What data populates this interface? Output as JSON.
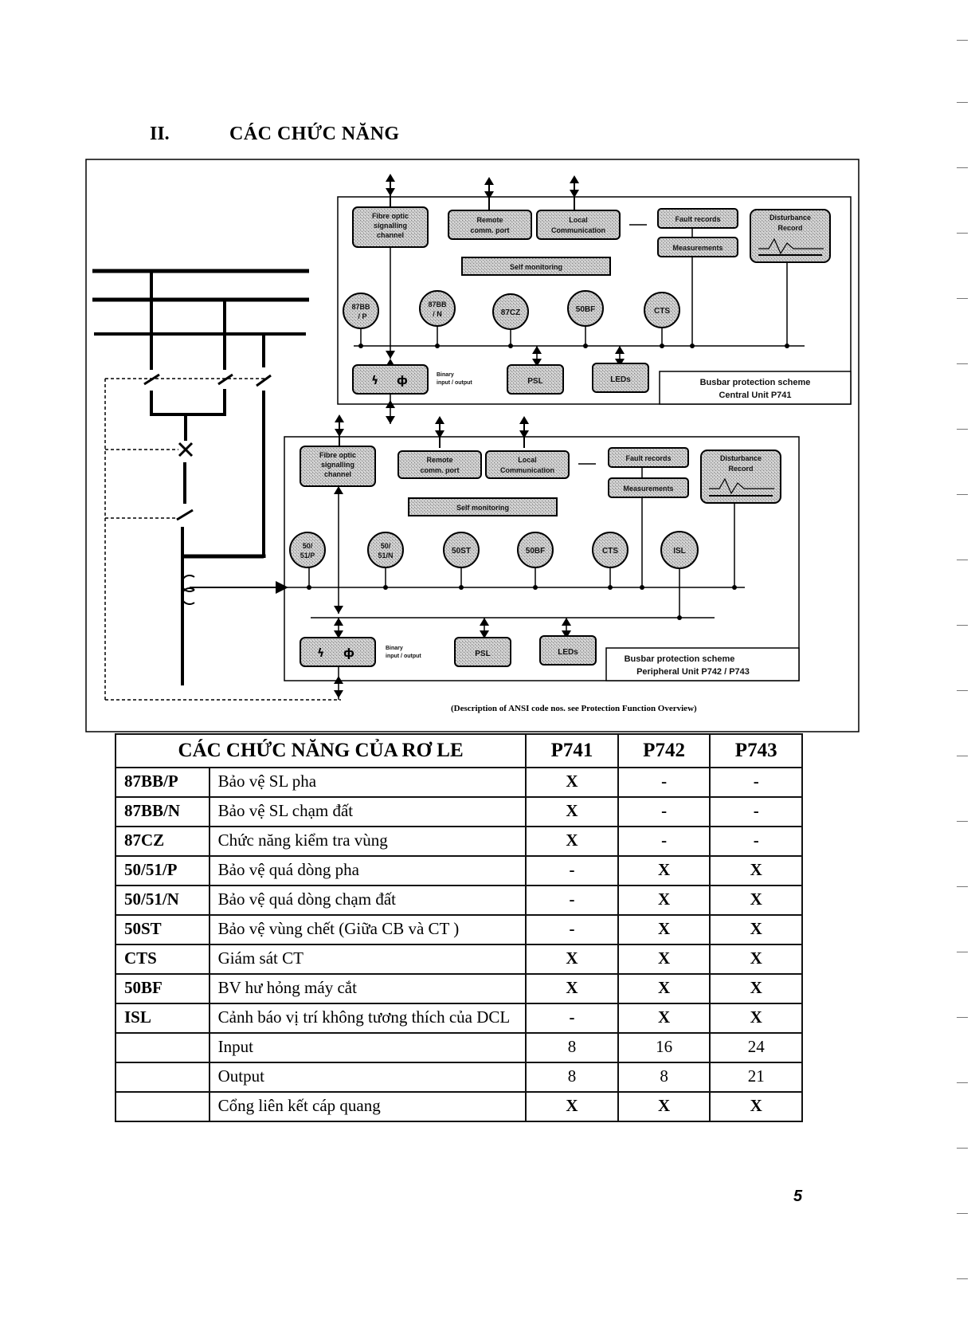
{
  "section": {
    "number": "II.",
    "title": "CÁC CHỨC NĂNG"
  },
  "diagram": {
    "central_unit": {
      "caption_line1": "Busbar protection scheme",
      "caption_line2": "Central Unit P741",
      "boxes": {
        "fibre": [
          "Fibre optic",
          "signalling",
          "channel"
        ],
        "remote": [
          "Remote",
          "comm. port"
        ],
        "local": [
          "Local",
          "Communication"
        ],
        "fault": "Fault records",
        "measurements": "Measurements",
        "disturbance": [
          "Disturbance",
          "Record"
        ],
        "self_monitoring": "Self monitoring",
        "psl": "PSL",
        "leds": "LEDs",
        "binary_label": [
          "Binary",
          "input / output"
        ]
      },
      "functions": [
        [
          "87BB",
          "/ P"
        ],
        [
          "87BB",
          "/ N"
        ],
        [
          "87CZ"
        ],
        [
          "50BF"
        ],
        [
          "CTS"
        ]
      ]
    },
    "peripheral_unit": {
      "caption_line1": "Busbar protection scheme",
      "caption_line2": "Peripheral Unit P742 / P743",
      "boxes": {
        "fibre": [
          "Fibre optic",
          "signalling",
          "channel"
        ],
        "remote": [
          "Remote",
          "comm. port"
        ],
        "local": [
          "Local",
          "Communication"
        ],
        "fault": "Fault records",
        "measurements": "Measurements",
        "disturbance": [
          "Disturbance",
          "Record"
        ],
        "self_monitoring": "Self monitoring",
        "psl": "PSL",
        "leds": "LEDs",
        "binary_label": [
          "Binary",
          "input / output"
        ]
      },
      "functions": [
        [
          "50/",
          "51/P"
        ],
        [
          "50/",
          "51/N"
        ],
        [
          "50ST"
        ],
        [
          "50BF"
        ],
        [
          "CTS"
        ],
        [
          "ISL"
        ]
      ]
    },
    "footnote": "(Description of ANSI code nos. see Protection Function Overview)"
  },
  "table": {
    "title": "CÁC CHỨC NĂNG CỦA RƠ LE",
    "columns": [
      "P741",
      "P742",
      "P743"
    ],
    "rows": [
      {
        "code": "87BB/P",
        "desc": "Bảo vệ SL pha",
        "p741": "X",
        "p742": "-",
        "p743": "-"
      },
      {
        "code": "87BB/N",
        "desc": "Bảo vệ SL chạm đất",
        "p741": "X",
        "p742": "-",
        "p743": "-"
      },
      {
        "code": "87CZ",
        "desc": "Chức năng kiểm tra vùng",
        "p741": "X",
        "p742": "-",
        "p743": "-"
      },
      {
        "code": "50/51/P",
        "desc": "Bảo vệ quá dòng pha",
        "p741": "-",
        "p742": "X",
        "p743": "X"
      },
      {
        "code": "50/51/N",
        "desc": "Bảo vệ quá dòng chạm đất",
        "p741": "-",
        "p742": "X",
        "p743": "X"
      },
      {
        "code": "50ST",
        "desc": "Bảo vệ vùng chết (Giữa CB và CT )",
        "p741": "-",
        "p742": "X",
        "p743": "X"
      },
      {
        "code": "CTS",
        "desc": "Giám sát CT",
        "p741": "X",
        "p742": "X",
        "p743": "X"
      },
      {
        "code": "50BF",
        "desc": "BV hư hỏng máy cắt",
        "p741": "X",
        "p742": "X",
        "p743": "X"
      },
      {
        "code": "ISL",
        "desc": "Cảnh báo vị  trí không tương thích của DCL",
        "p741": "-",
        "p742": "X",
        "p743": "X"
      },
      {
        "code": "",
        "desc": "Input",
        "p741": "8",
        "p742": "16",
        "p743": "24"
      },
      {
        "code": "",
        "desc": "Output",
        "p741": "8",
        "p742": "8",
        "p743": "21"
      },
      {
        "code": "",
        "desc": "Cổng liên kết cáp quang",
        "p741": "X",
        "p742": "X",
        "p743": "X"
      }
    ]
  },
  "page_number": "5"
}
